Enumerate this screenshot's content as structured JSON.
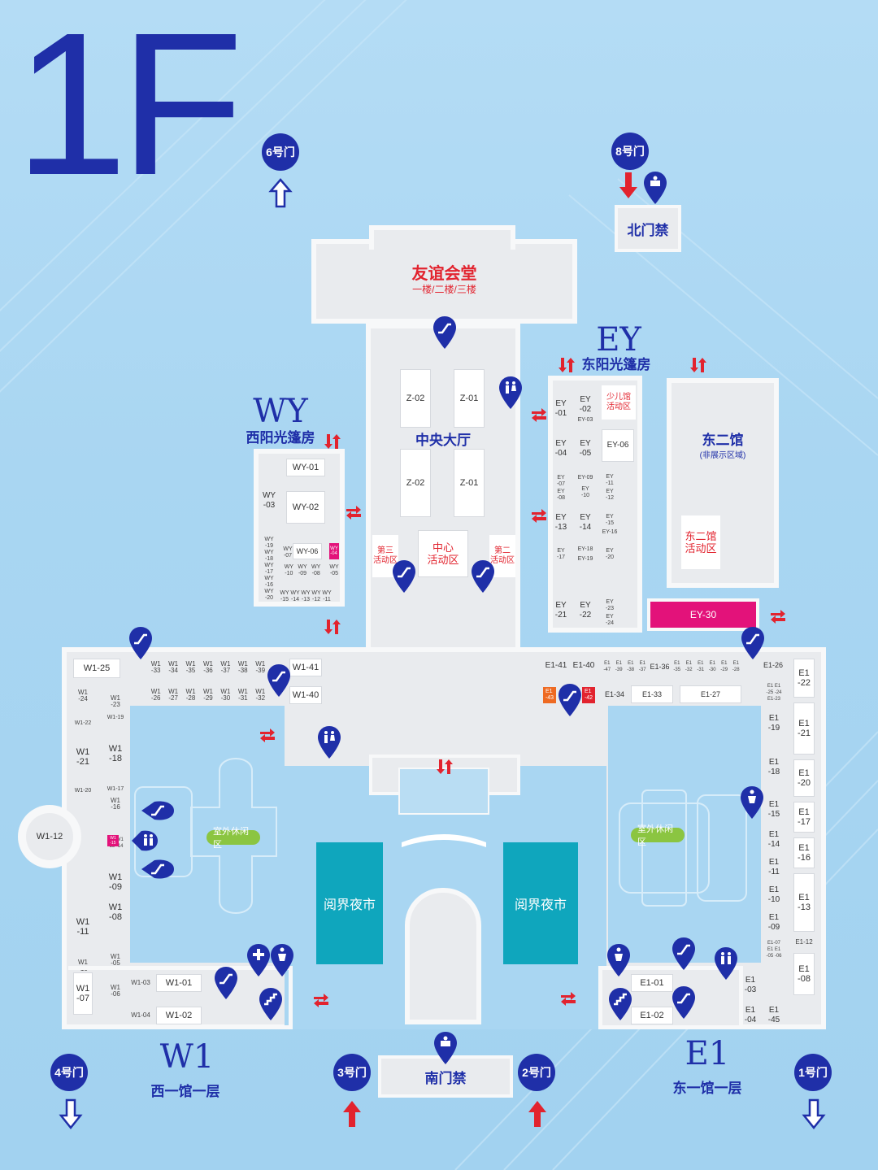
{
  "floor": "1F",
  "gates": {
    "g6": "6号门",
    "g8": "8号门",
    "g4": "4号门",
    "g3": "3号门",
    "g2": "2号门",
    "g1": "1号门"
  },
  "north_gate": "北门禁",
  "south_gate": "南门禁",
  "hall_youyi": {
    "title": "友谊会堂",
    "sub": "一楼/二楼/三楼"
  },
  "central": {
    "title": "中央大厅",
    "center_zone": "中心\n活动区",
    "zone3": "第三\n活动区",
    "zone2": "第二\n活动区",
    "booths": [
      "Z-02",
      "Z-01",
      "Z-02",
      "Z-01"
    ]
  },
  "wy": {
    "code": "WY",
    "name": "西阳光篷房",
    "booths": [
      "WY-01",
      "WY-02",
      "WY\n-03",
      "WY-06"
    ],
    "small": [
      "WY\n-19",
      "WY\n-18",
      "WY\n-17",
      "WY\n-16",
      "WY\n-20",
      "WY\n-07",
      "WY\n-10",
      "WY\n-09",
      "WY\n-08",
      "WY\n-05",
      "WY\n-15",
      "WY\n-14",
      "WY\n-13",
      "WY\n-12",
      "WY\n-11"
    ],
    "magenta": "WY\n-04"
  },
  "ey": {
    "code": "EY",
    "name": "东阳光篷房",
    "kids": "少儿馆\n活动区",
    "booths": [
      "EY\n-01",
      "EY\n-02",
      "EY-03",
      "EY\n-04",
      "EY\n-05",
      "EY-06",
      "EY\n-07",
      "EY\n-08",
      "EY-09",
      "EY\n-10",
      "EY\n-11",
      "EY\n-12",
      "EY\n-13",
      "EY\n-14",
      "EY\n-15",
      "EY-16",
      "EY\n-17",
      "EY-18",
      "EY-19",
      "EY\n-20",
      "EY\n-21",
      "EY\n-22",
      "EY\n-23",
      "EY\n-24"
    ],
    "ey30": "EY-30"
  },
  "east2": {
    "title": "东二馆",
    "note": "(非展示区域)",
    "zone": "东二馆\n活动区"
  },
  "w1": {
    "code": "W1",
    "name": "西一馆一层",
    "round": "W1-12",
    "booths": [
      "W1-25",
      "W1-41",
      "W1-40",
      "W1-01",
      "W1-02",
      "W1-03",
      "W1-04"
    ],
    "top_row1": [
      "W1\n-33",
      "W1\n-34",
      "W1\n-35",
      "W1\n-36",
      "W1\n-37",
      "W1\n-38",
      "W1\n-39"
    ],
    "top_row2": [
      "W1\n-26",
      "W1\n-27",
      "W1\n-28",
      "W1\n-29",
      "W1\n-30",
      "W1\n-31",
      "W1\n-32"
    ],
    "left_col": [
      "W1\n-24",
      "W1-22",
      "W1\n-21",
      "W1-20",
      "W1\n-11",
      "W1\n-10",
      "W1\n-07"
    ],
    "inner_col": [
      "W1\n-23",
      "W1-19",
      "W1\n-18",
      "W1-17",
      "W1\n-16",
      "W1 W1\n-13 -14",
      "W1\n-09",
      "W1\n-08",
      "W1\n-05",
      "W1\n-06"
    ],
    "magenta": "W1\n-15"
  },
  "e1": {
    "code": "E1",
    "name": "东一馆一层",
    "top": [
      "E1-41",
      "E1-40",
      "E1-36",
      "E1-34",
      "E1-33",
      "E1-27",
      "E1-26"
    ],
    "tiny_top": [
      "E1\n-47",
      "E1\n-39",
      "E1\n-38",
      "E1\n-37",
      "E1\n-35",
      "E1\n-32",
      "E1\n-31",
      "E1\n-30",
      "E1\n-29",
      "E1\n-28"
    ],
    "orange": [
      "E1\n-43",
      "E1\n-42"
    ],
    "right_col": [
      "E1\n-22",
      "E1\n-21",
      "E1\n-20",
      "E1\n-17",
      "E1\n-16",
      "E1\n-13",
      "E1-12",
      "E1\n-08"
    ],
    "inner_col": [
      "E1 E1\n-25 -24\nE1-23",
      "E1\n-19",
      "E1\n-18",
      "E1\n-15",
      "E1\n-14",
      "E1\n-11",
      "E1\n-10",
      "E1\n-09",
      "E1-07\nE1 E1\n-05 -06",
      "E1\n-03",
      "E1\n-04",
      "E1\n-45"
    ],
    "bottom": [
      "E1-01",
      "E1-02"
    ]
  },
  "outdoor": {
    "west": "室外休闲区",
    "east": "室外休闲区"
  },
  "market": {
    "west": "阅界夜市",
    "east": "阅界夜市"
  },
  "colors": {
    "navy": "#1f2fa8",
    "red": "#e2232e",
    "teal": "#0fa6bd",
    "magenta": "#e3127a",
    "green": "#8bc541",
    "orange": "#ee6a22"
  }
}
